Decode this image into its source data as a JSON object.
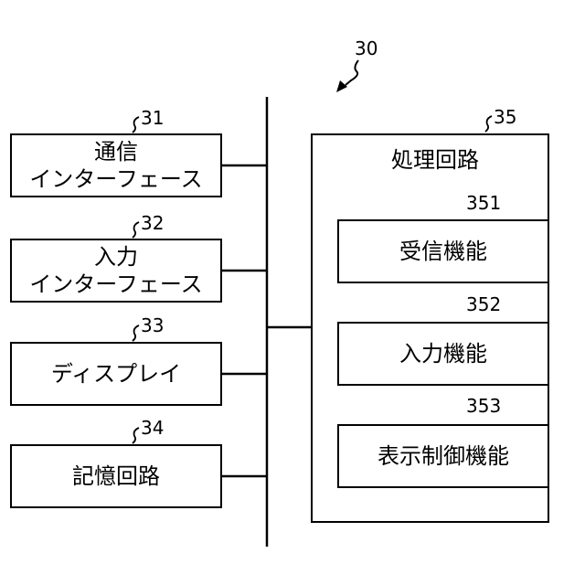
{
  "figure_ref": "30",
  "left_blocks": [
    {
      "ref": "31",
      "lines": [
        "通信",
        "インターフェース"
      ]
    },
    {
      "ref": "32",
      "lines": [
        "入力",
        "インターフェース"
      ]
    },
    {
      "ref": "33",
      "lines": [
        "ディスプレイ"
      ]
    },
    {
      "ref": "34",
      "lines": [
        "記憶回路"
      ]
    }
  ],
  "processing": {
    "ref": "35",
    "title": "処理回路",
    "functions": [
      {
        "ref": "351",
        "label": "受信機能"
      },
      {
        "ref": "352",
        "label": "入力機能"
      },
      {
        "ref": "353",
        "label": "表示制御機能"
      }
    ]
  }
}
